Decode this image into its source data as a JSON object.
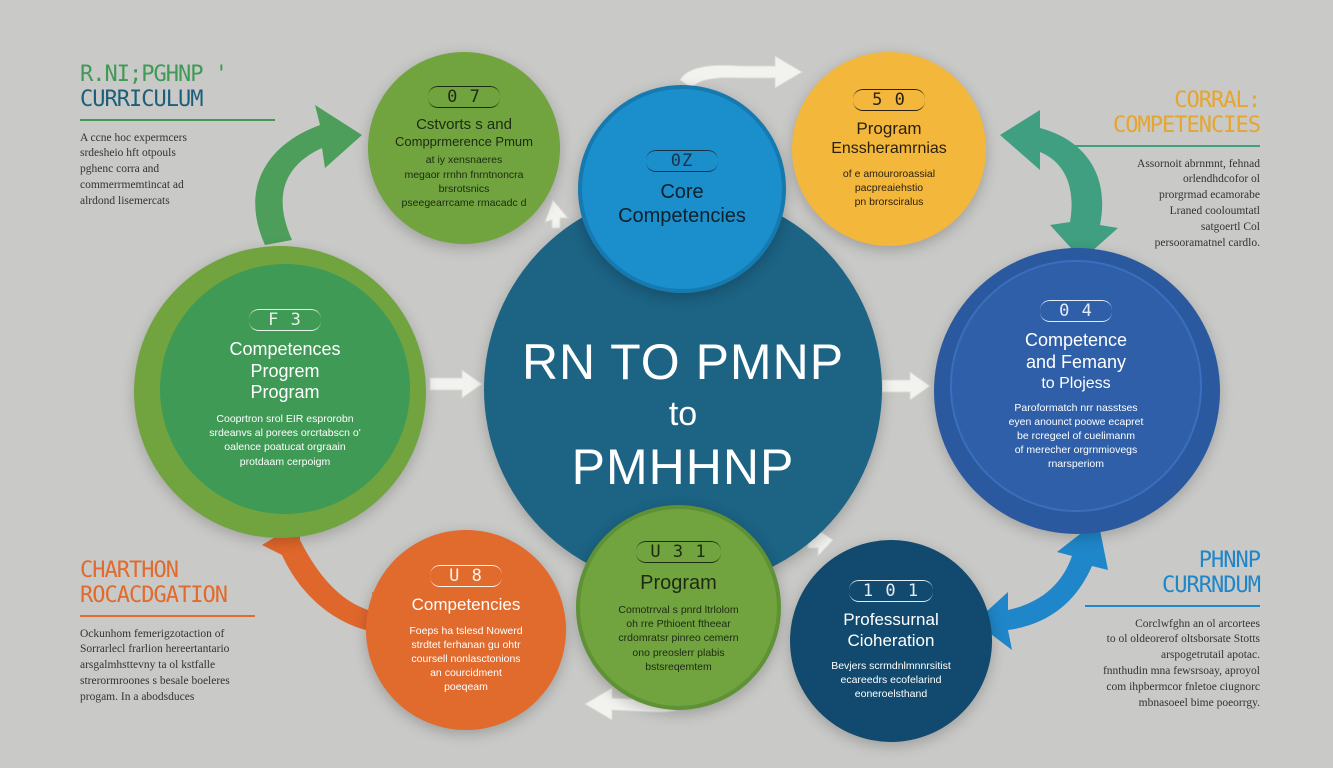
{
  "colors": {
    "background": "#c9c9c7",
    "green_dark": "#3f9a55",
    "green_olive": "#71a43f",
    "blue_light": "#1b8fcc",
    "teal_center": "#1c6384",
    "yellow": "#f3b73c",
    "blue_royal": "#2e5fa8",
    "orange": "#e16a2d",
    "navy": "#114a6e",
    "arrow_white": "#f2f2ef"
  },
  "side_panels": {
    "top_left": {
      "title_line1": "R.NI;PGHNP '",
      "title_line2": "CURRICULUM",
      "body": [
        "A ccne hoc expermcers",
        "srdesheio hft otpouls",
        "pghenc corra and",
        "commerrmemtincat ad",
        "alrdond lisemercats"
      ]
    },
    "top_right": {
      "title_line1": "CORRAL:",
      "title_line2": "COMPETENCIES",
      "body": [
        "Assornoit abrnmnt, fehnad",
        "orlendhdcofor ol",
        "prorgrmad ecamorabe",
        "Lraned cooloumtatl",
        "satgoertl Col",
        "persooramatnel cardlo."
      ]
    },
    "bottom_left": {
      "title_line1": "CHARTHON",
      "title_line2": "ROCACDGATION",
      "body": [
        "Ockunhom femerigzotaction of",
        "Sorrarlecl frarlion hereertantario",
        "arsgalmhsttevny ta ol kstfalle",
        "strerormroones s besale boeleres",
        "progam. In a abodsduces"
      ]
    },
    "bottom_right": {
      "title_line1": "PHNNP",
      "title_line2": "CURRNDUM",
      "body": [
        "Corclwfghn an ol arcortees",
        "to ol oldeorerof oltsborsate Stotts",
        "arspogetrutail apotac.",
        "fnnthudin mna fewsrsoay, aproyol",
        "com ihpbermcor fnletoe ciugnorc",
        "mbnasoeel bime poeorrgy."
      ]
    }
  },
  "center": {
    "line1": "RN TO PMNP",
    "line2": "to",
    "line3": "PMHHNP"
  },
  "circles": {
    "core": {
      "badge": "0Z",
      "title": [
        "Core",
        "Competencies"
      ],
      "body": []
    },
    "top_green": {
      "badge": "0 7",
      "title": [
        "Cstvorts s  and",
        "Compprmerence Pmum"
      ],
      "body": [
        "at iy xensnaeres",
        "megaor rrnhn fnrntnoncra",
        "brsrotsnics",
        "pseegearrcame rmacadc d"
      ]
    },
    "yellow": {
      "badge": "5 0",
      "title": [
        "Program",
        "Enssheramrnias"
      ],
      "body": [
        "of e amouroroassial",
        "pacpreaiehstio",
        "pn brorsciralus"
      ]
    },
    "left_green": {
      "badge": "F 3",
      "title": [
        "Competences",
        "Progrem",
        "Program"
      ],
      "body": [
        "Cooprtron srol EIR esprorobn",
        "srdeanvs al porees orcrtabscn o'",
        "oalence poatucat orgraain",
        "protdaam cerpoigm"
      ]
    },
    "right_blue": {
      "badge": "0 4",
      "title": [
        "Competence",
        "and Femany",
        "to Plojess"
      ],
      "body": [
        "Paroformatch nrr nasstses",
        "eyen anounct poowe ecapret",
        "be rcregeel of cuelimanm",
        "of merecher orgrnmiovegs",
        "rnarsperiom"
      ]
    },
    "bottom_green": {
      "badge": "U 3 1",
      "title": [
        "Program"
      ],
      "body": [
        "Comotrrval s pnrd ltrlolom",
        "oh rre Pthioent ftheear",
        "crdomratsr pinreo cemern",
        "ono preoslerr plabis",
        "bstsreqemtem"
      ]
    },
    "orange": {
      "badge": "U 8",
      "title": [
        "Competencies"
      ],
      "body": [
        "Foeps ha tslesd Nowerd",
        "strdtet ferhanan gu ohtr",
        "coursell nonlasctonions",
        "an courcidment",
        "poeqeam"
      ]
    },
    "navy": {
      "badge": "1 0 1",
      "title": [
        "Professurnal",
        "Cioheration"
      ],
      "body": [
        "Bevjers scrmdnlmnnrsitist",
        "ecareedrs ecofelarind",
        "eoneroelsthand"
      ]
    }
  }
}
